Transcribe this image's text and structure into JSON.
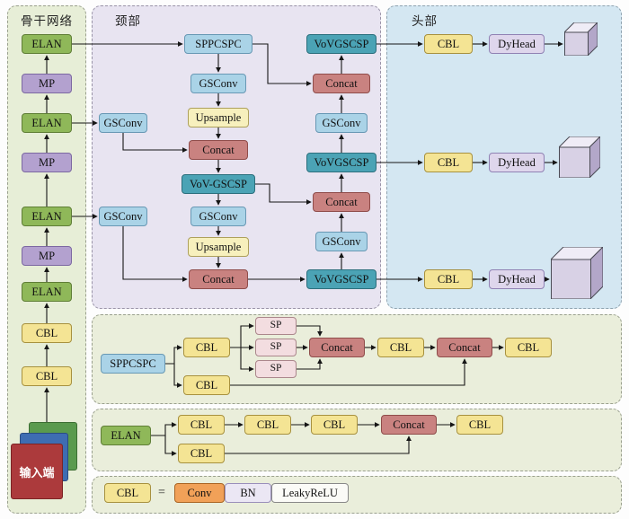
{
  "backbone": {
    "title": "骨干网络",
    "blocks": [
      "ELAN",
      "MP",
      "ELAN",
      "MP",
      "ELAN",
      "MP",
      "ELAN",
      "CBL",
      "CBL"
    ],
    "input_label": "输入端"
  },
  "neck": {
    "title": "颈部",
    "main_chain": [
      "SPPCSPC",
      "GSConv",
      "Upsample",
      "Concat",
      "VoV-GSCSP",
      "GSConv",
      "Upsample",
      "Concat"
    ],
    "side_branches": [
      "GSConv",
      "GSConv"
    ],
    "out_chain": [
      "VoVGSCSP",
      "Concat",
      "GSConv",
      "VoVGSCSP",
      "Concat",
      "GSConv",
      "VoVGSCSP"
    ]
  },
  "head": {
    "title": "头部",
    "rows": [
      {
        "cbl": "CBL",
        "dyhead": "DyHead"
      },
      {
        "cbl": "CBL",
        "dyhead": "DyHead"
      },
      {
        "cbl": "CBL",
        "dyhead": "DyHead"
      }
    ]
  },
  "sppcspc_block": {
    "input": "SPPCSPC",
    "cbl_top": "CBL",
    "cbl_bottom": "CBL",
    "sp": [
      "SP",
      "SP",
      "SP"
    ],
    "concat1": "Concat",
    "cbl_mid": "CBL",
    "concat2": "Concat",
    "cbl_out": "CBL"
  },
  "elan_block": {
    "input": "ELAN",
    "chain": [
      "CBL",
      "CBL",
      "CBL",
      "Concat",
      "CBL"
    ],
    "cbl_bottom": "CBL"
  },
  "legend": {
    "cbl": "CBL",
    "equals": "=",
    "conv": "Conv",
    "bn": "BN",
    "relu": "LeakyReLU"
  },
  "palette": {
    "elan": {
      "bg": "#8fb859",
      "border": "#5f7e36"
    },
    "mp": {
      "bg": "#b3a1cf",
      "border": "#7c68a2"
    },
    "cbl": {
      "bg": "#f4e494",
      "border": "#a7913f"
    },
    "blue": {
      "bg": "#aad3e7",
      "border": "#6898b4"
    },
    "upsample": {
      "bg": "#f7f0bd",
      "border": "#ada05c"
    },
    "concat": {
      "bg": "#c98280",
      "border": "#8f4c4a"
    },
    "teal": {
      "bg": "#4ba3b5",
      "border": "#2c6f7d"
    },
    "dyhead": {
      "bg": "#ded6ec",
      "border": "#9082b4"
    },
    "sp": {
      "bg": "#f3dde0",
      "border": "#ab878c"
    },
    "conv": {
      "bg": "#f1a158",
      "border": "#aa6524"
    },
    "bn": {
      "bg": "#ebe7f4",
      "border": "#9a8fba"
    },
    "lrelu": {
      "bg": "#fbfbf7",
      "border": "#888888"
    },
    "region_backbone": {
      "bg": "#e7eed7",
      "border": "#9aa08e"
    },
    "region_neck": {
      "bg": "#e8e4f1",
      "border": "#9a94a8"
    },
    "region_head": {
      "bg": "#d4e7f2",
      "border": "#8fa3b0"
    },
    "region_detail": {
      "bg": "#eaeedb",
      "border": "#9aa08e"
    },
    "input_red": {
      "bg": "#ac3a3c",
      "border": "#7c2324",
      "text": "#ffffff"
    },
    "input_blue": {
      "bg": "#3e6db2",
      "border": "#2a4c82"
    },
    "input_green": {
      "bg": "#5a9a4e",
      "border": "#3c6e33"
    }
  }
}
